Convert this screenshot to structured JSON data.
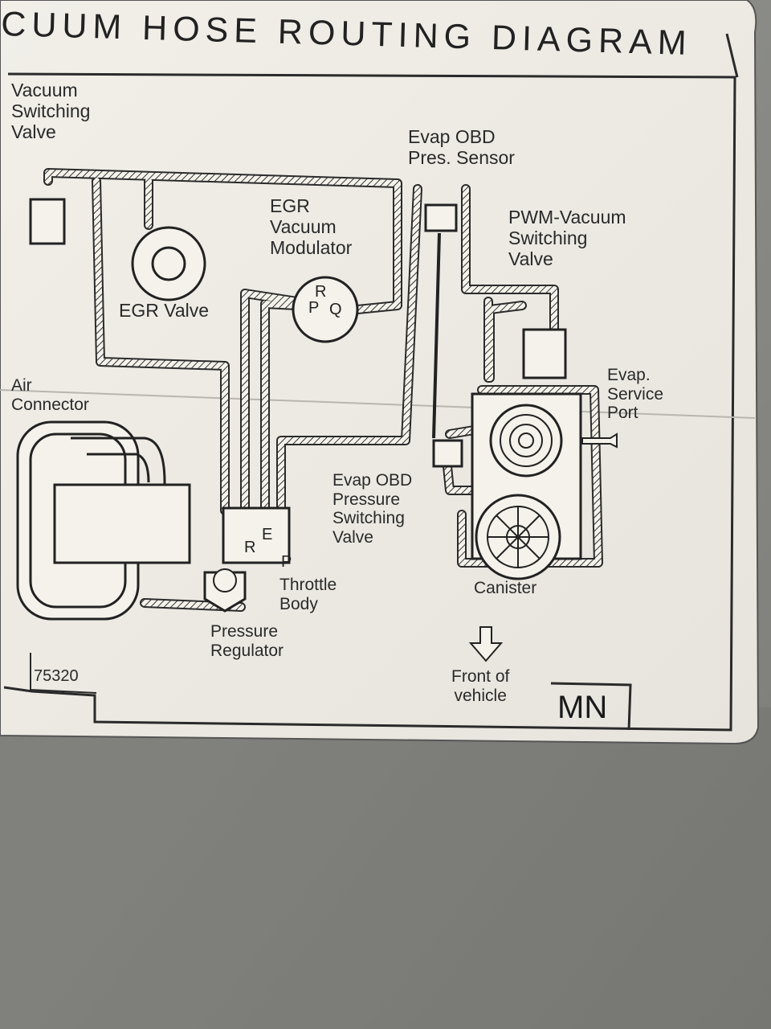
{
  "diagram": {
    "title": "CUUM HOSE ROUTING DIAGRAM",
    "code": "75320",
    "emblem": "MN",
    "components": {
      "vacuum_switching_valve": "Vacuum\nSwitching\nValve",
      "egr_valve": "EGR Valve",
      "egr_vacuum_modulator": "EGR\nVacuum\nModulator",
      "evap_obd_pres_sensor": "Evap OBD\nPres. Sensor",
      "pwm_vacuum_switching_valve": "PWM-Vacuum\nSwitching\nValve",
      "evap_service_port": "Evap.\nService\nPort",
      "air_connector": "Air\nConnector",
      "evap_obd_pressure_switching_valve": "Evap OBD\nPressure\nSwitching\nValve",
      "throttle_body": "Throttle\nBody",
      "pressure_regulator": "Pressure\nRegulator",
      "canister": "Canister",
      "front_of_vehicle": "Front of\nvehicle"
    },
    "modulator_ports": {
      "r": "R",
      "p": "P",
      "q": "Q"
    },
    "throttle_ports": {
      "r": "R",
      "e": "E",
      "p": "P"
    }
  }
}
